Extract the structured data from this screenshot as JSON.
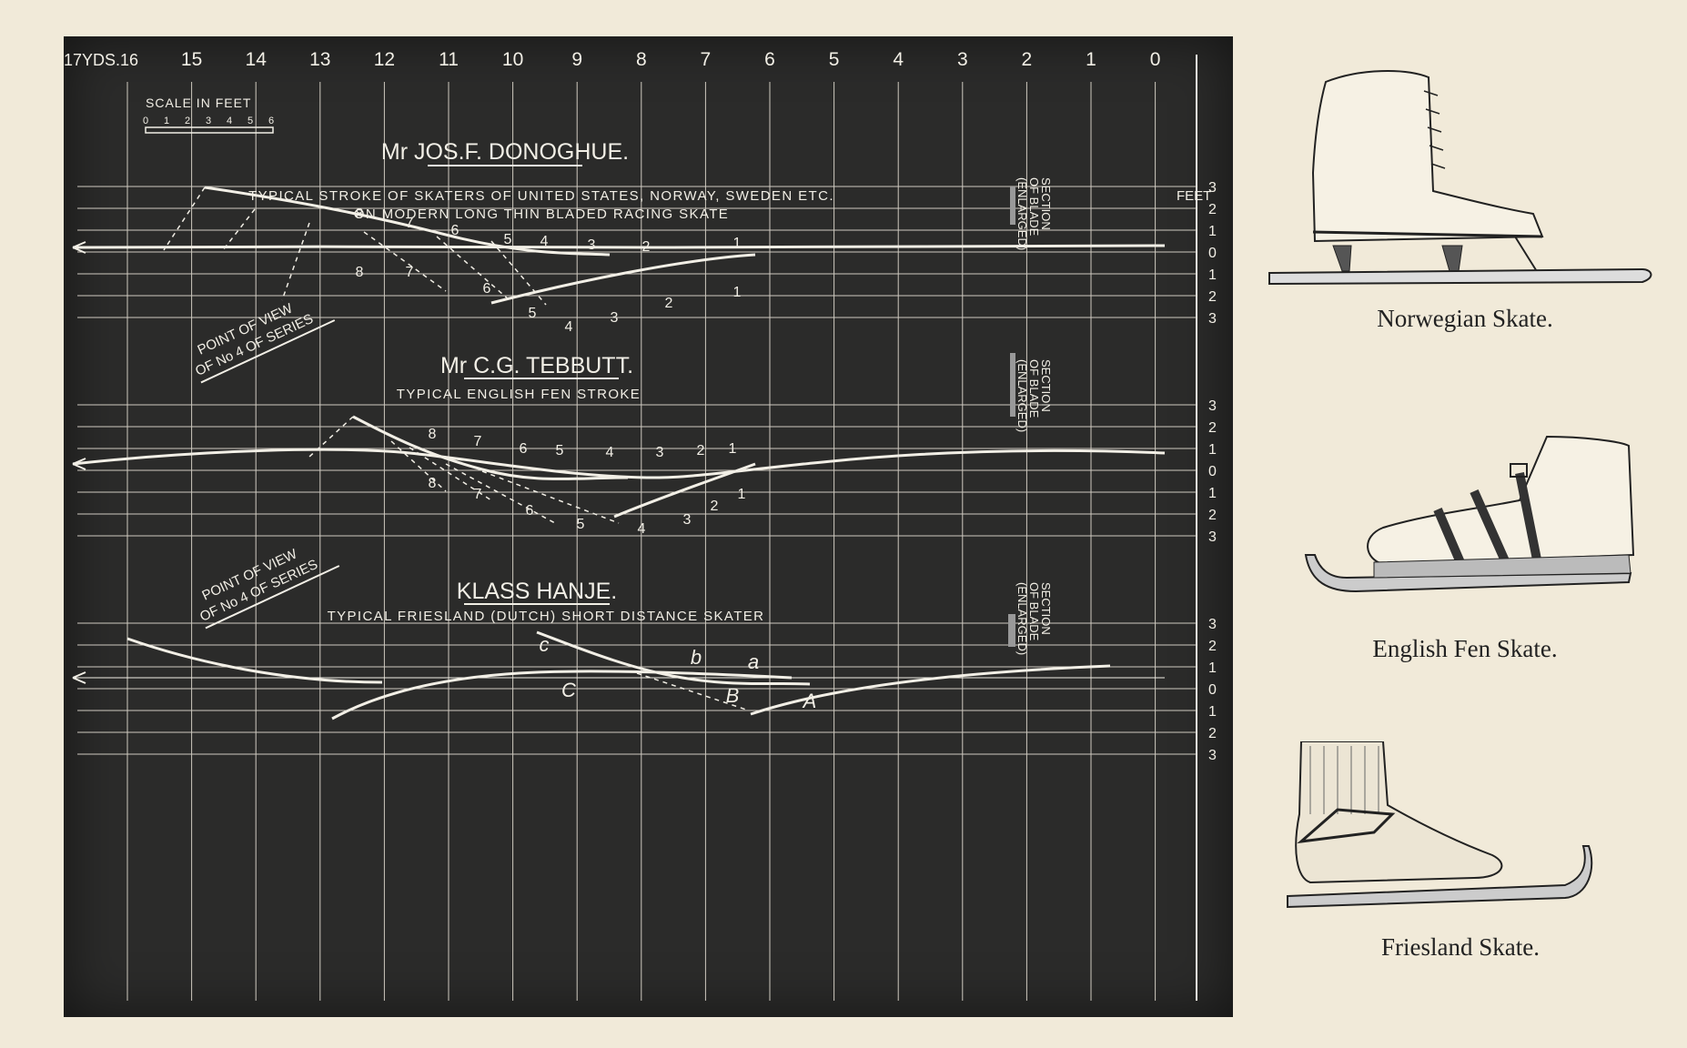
{
  "scale": {
    "yards_ticks": [
      "17YDS.16",
      "15",
      "14",
      "13",
      "12",
      "11",
      "10",
      "9",
      "8",
      "7",
      "6",
      "5",
      "4",
      "3",
      "2",
      "1",
      "0"
    ],
    "scale_title": "SCALE IN FEET",
    "scale_digits": [
      "0",
      "1",
      "2",
      "3",
      "4",
      "5",
      "6"
    ],
    "feet_label": "FEET",
    "feet_ticks": [
      "3",
      "2",
      "1",
      "0",
      "1",
      "2",
      "3"
    ]
  },
  "panels": [
    {
      "title": "Mr JOS.F. DONOGHUE.",
      "subtitle_1": "TYPICAL STROKE OF SKATERS OF UNITED STATES, NORWAY, SWEDEN ETC.",
      "subtitle_2": "ON MODERN LONG THIN BLADED RACING SKATE",
      "section_label_1": "SECTION",
      "section_label_2": "OF BLADE",
      "section_label_3": "(ENLARGED)",
      "upper_marks": [
        "8",
        "7",
        "6",
        "5",
        "4",
        "3",
        "2",
        "1"
      ],
      "lower_marks": [
        "8",
        "7",
        "6",
        "5",
        "4",
        "3",
        "2",
        "1"
      ]
    },
    {
      "title": "Mr C.G. TEBBUTT.",
      "subtitle_1": "TYPICAL ENGLISH FEN STROKE",
      "point_of_view_1": "POINT OF VIEW",
      "point_of_view_2": "OF No 4 OF SERIES",
      "section_label_1": "SECTION",
      "section_label_2": "OF BLADE",
      "section_label_3": "(ENLARGED)",
      "upper_marks": [
        "8",
        "7",
        "6",
        "5",
        "4",
        "3",
        "2",
        "1"
      ],
      "lower_marks": [
        "8",
        "7",
        "6",
        "5",
        "4",
        "3",
        "2",
        "1"
      ]
    },
    {
      "title": "KLASS HANJE.",
      "subtitle_1": "TYPICAL FRIESLAND (DUTCH) SHORT DISTANCE SKATER",
      "point_of_view_1": "POINT OF VIEW",
      "point_of_view_2": "OF No 4 OF SERIES",
      "section_label_1": "SECTION",
      "section_label_2": "OF BLADE",
      "section_label_3": "(ENLARGED)",
      "marks": [
        "c",
        "b",
        "a",
        "C",
        "B",
        "A"
      ]
    }
  ],
  "skates": [
    {
      "caption": "Norwegian Skate."
    },
    {
      "caption": "English Fen Skate."
    },
    {
      "caption": "Friesland Skate."
    }
  ]
}
